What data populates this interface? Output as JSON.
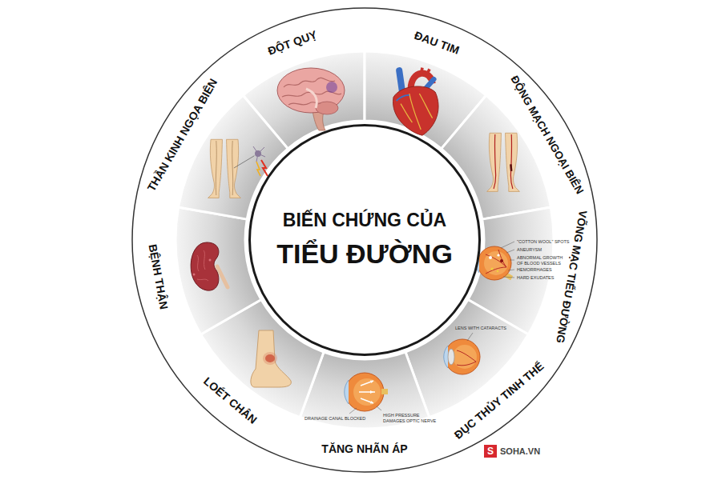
{
  "diagram": {
    "nodes": [
      {
        "text": [
          "BIẾN CHỨNG CỦA",
          "TIỂU ĐƯỜNG"
        ]
      },
      {
        "text": [
          "ĐỘT QUỴ"
        ]
      },
      {
        "text": [
          "ĐAU TIM"
        ]
      },
      {
        "text": [
          "ĐỘNG MẠCH NGOẠI BIÊN"
        ]
      },
      {
        "text": [
          "VÕNG MẠC TIỂU ĐƯỜNG"
        ]
      },
      {
        "text": [
          "ĐỤC THỦY TINH THỂ"
        ]
      },
      {
        "text": [
          "TĂNG NHÃN ÁP"
        ]
      },
      {
        "text": [
          "LOÉT CHÂN"
        ]
      },
      {
        "text": [
          "BỆNH THẬN"
        ]
      },
      {
        "text": [
          "THẦN KINH NGỌA BIÊN"
        ]
      }
    ],
    "labels": [
      "\"COTTON WOOL\" SPOTS",
      "ANEURYSM",
      "ABNORMAL GROWTH OF BLOOD VESSELS",
      "HEMORRHAGES",
      "HARD EXUDATES",
      "LENS WITH CATARACTS",
      "DRAINAGE CANAL BLOCKED",
      "HIGH PRESSURE DAMAGES OPTIC NERVE",
      "S",
      "SOHA.VN"
    ]
  }
}
